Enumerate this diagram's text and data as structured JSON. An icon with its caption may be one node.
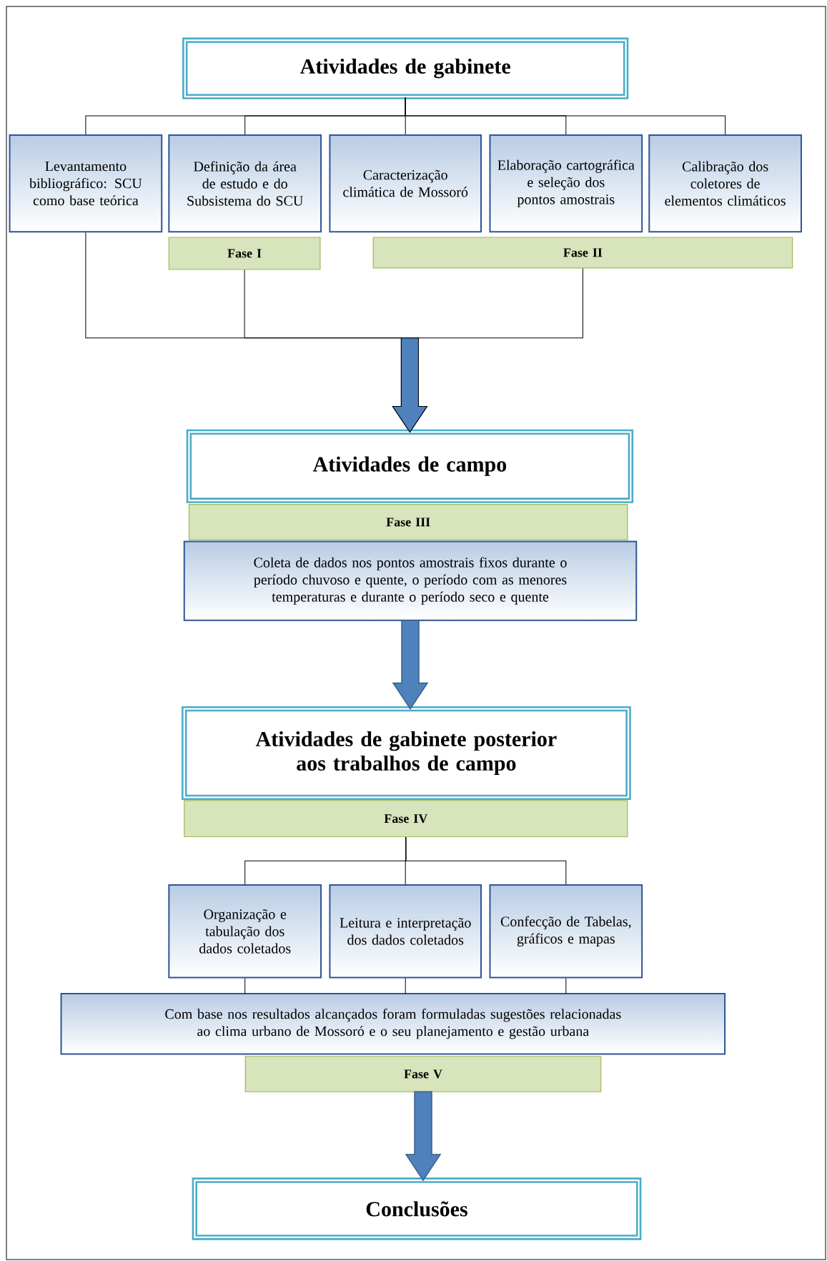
{
  "diagram": {
    "nodes": [
      {
        "text": [
          "Atividades de gabinete"
        ]
      },
      {
        "text": [
          "Levantamento bibliográfico: SCU como base teórica"
        ]
      },
      {
        "text": [
          "Definição da área de estudo e do Subsistema do SCU"
        ]
      },
      {
        "text": [
          "Caracterização climática de Mossoró"
        ]
      },
      {
        "text": [
          "Elaboração cartográfica e seleção dos pontos amostrais"
        ]
      },
      {
        "text": [
          "Calibração dos coletores de elementos climáticos"
        ]
      },
      {
        "text": [
          "Fase I"
        ]
      },
      {
        "text": [
          "Fase II"
        ]
      },
      {
        "text": [
          "Atividades de campo"
        ]
      },
      {
        "text": [
          "Fase III"
        ]
      },
      {
        "text": [
          "Coleta de dados nos pontos amostrais fixos durante o período chuvoso e quente, o período com as menores temperaturas e durante o período seco e quente"
        ]
      },
      {
        "text": [
          "Atividades de gabinete posterior aos trabalhos de campo"
        ]
      },
      {
        "text": [
          "Fase IV"
        ]
      },
      {
        "text": [
          "Organização e tabulação dos dados coletados"
        ]
      },
      {
        "text": [
          "Leitura e interpretação dos dados coletados"
        ]
      },
      {
        "text": [
          "Confecção de Tabelas, gráficos e mapas"
        ]
      },
      {
        "text": [
          "Com base nos resultados alcançados foram formuladas sugestões relacionadas ao clima urbano de Mossoró e o seu planejamento e gestão urbana"
        ]
      },
      {
        "text": [
          "Fase V"
        ]
      },
      {
        "text": [
          "Conclusões"
        ]
      }
    ],
    "edges": [
      {
        "from": 0,
        "to": 1,
        "arrow": "none"
      },
      {
        "from": 0,
        "to": 2,
        "arrow": "none"
      },
      {
        "from": 0,
        "to": 3,
        "arrow": "none"
      },
      {
        "from": 0,
        "to": 4,
        "arrow": "none"
      },
      {
        "from": 0,
        "to": 5,
        "arrow": "none"
      },
      {
        "from": 1,
        "to": 8,
        "arrow": "to"
      },
      {
        "from": 6,
        "to": 8,
        "arrow": "to"
      },
      {
        "from": 7,
        "to": 8,
        "arrow": "to"
      },
      {
        "from": 10,
        "to": 11,
        "arrow": "to",
        "style": "thick",
        "color": "#4f81bd"
      },
      {
        "from": 12,
        "to": 13,
        "arrow": "none"
      },
      {
        "from": 12,
        "to": 14,
        "arrow": "none"
      },
      {
        "from": 12,
        "to": 15,
        "arrow": "none"
      },
      {
        "from": 13,
        "to": 16,
        "arrow": "none"
      },
      {
        "from": 14,
        "to": 16,
        "arrow": "none"
      },
      {
        "from": 15,
        "to": 16,
        "arrow": "none"
      },
      {
        "from": 17,
        "to": 18,
        "arrow": "to",
        "style": "thick",
        "color": "#4f81bd"
      }
    ]
  }
}
